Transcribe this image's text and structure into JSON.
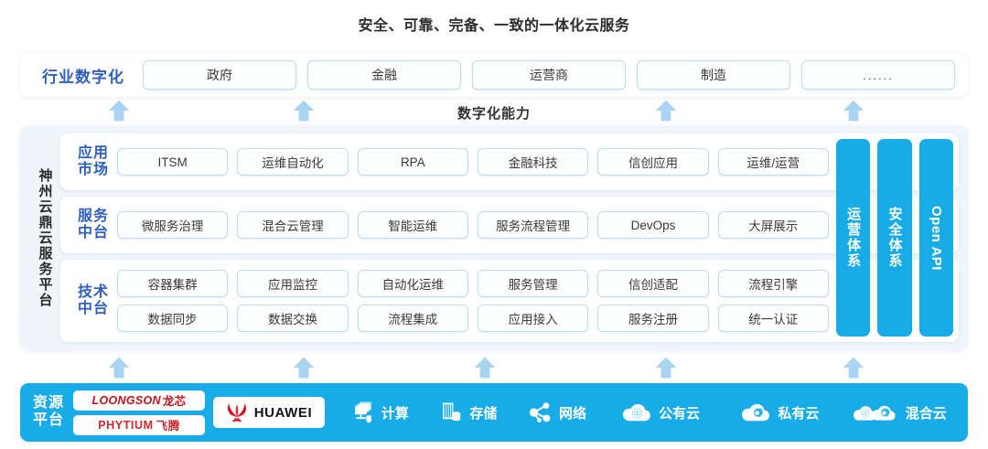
{
  "title": "安全、可靠、完备、一致的一体化云服务",
  "capability_label": "数字化能力",
  "industry": {
    "label": "行业数字化",
    "items": [
      "政府",
      "金融",
      "运营商",
      "制造",
      "......"
    ]
  },
  "platform": {
    "vertical_label": "神州云鼎云服务平台",
    "groups": [
      {
        "label_line1": "应用",
        "label_line2": "市场",
        "rows": [
          [
            "ITSM",
            "运维自动化",
            "RPA",
            "金融科技",
            "信创应用",
            "运维/运营"
          ]
        ]
      },
      {
        "label_line1": "服务",
        "label_line2": "中台",
        "rows": [
          [
            "微服务治理",
            "混合云管理",
            "智能运维",
            "服务流程管理",
            "DevOps",
            "大屏展示"
          ]
        ]
      },
      {
        "label_line1": "技术",
        "label_line2": "中台",
        "rows": [
          [
            "容器集群",
            "应用监控",
            "自动化运维",
            "服务管理",
            "信创适配",
            "流程引擎"
          ],
          [
            "数据同步",
            "数据交换",
            "流程集成",
            "应用接入",
            "服务注册",
            "统一认证"
          ]
        ]
      }
    ],
    "pillars": [
      {
        "text": "运营体系",
        "latin": false
      },
      {
        "text": "安全体系",
        "latin": false
      },
      {
        "text": "Open API",
        "latin": true
      }
    ]
  },
  "resource": {
    "label_line1": "资源",
    "label_line2": "平台",
    "logos": [
      {
        "name": "loongson-logo",
        "latin": "LOONGSON",
        "cn": "龙芯"
      },
      {
        "name": "phytium-logo",
        "latin": "PHYTIUM",
        "cn": "飞腾"
      }
    ],
    "huawei": {
      "name": "huawei-logo",
      "text": "HUAWEI"
    },
    "items": [
      {
        "label": "计算",
        "icon": "compute-icon"
      },
      {
        "label": "存储",
        "icon": "storage-icon"
      },
      {
        "label": "网络",
        "icon": "network-icon"
      },
      {
        "label": "公有云",
        "icon": "public-cloud-icon"
      },
      {
        "label": "私有云",
        "icon": "private-cloud-icon"
      },
      {
        "label": "混合云",
        "icon": "hybrid-cloud-icon"
      }
    ]
  },
  "arrows": {
    "upper": [
      130,
      332,
      728,
      933
    ],
    "lower": [
      130,
      332,
      530,
      728,
      933
    ]
  },
  "colors": {
    "accent_blue": "#17ACE8",
    "arrow_blue": "#a8d4f2",
    "label_blue": "#2f5fbf",
    "panel_bg": "#eef6fb",
    "chip_border": "#bedcf3",
    "loongson_red": "#C1121A",
    "phytium_red": "#D0272C",
    "huawei_red": "#D7101A"
  }
}
